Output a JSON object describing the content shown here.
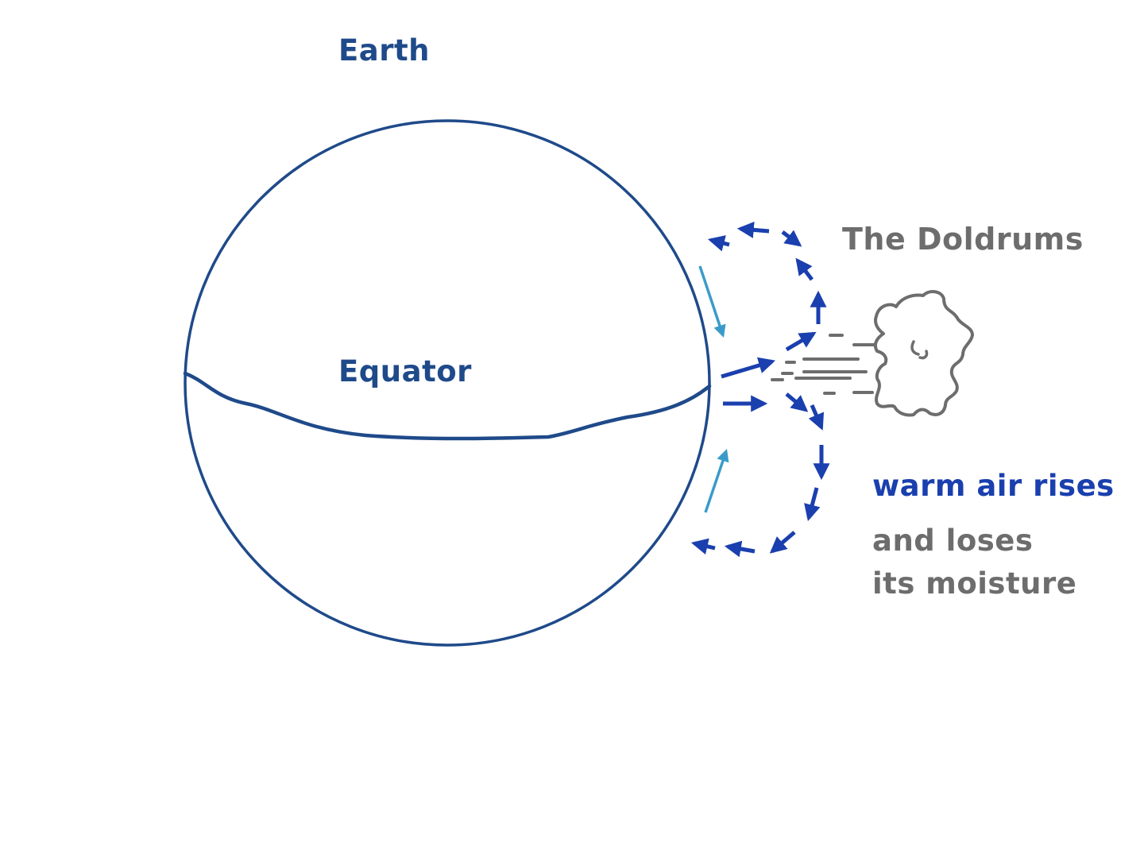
{
  "labels": {
    "earth": "Earth",
    "equator": "Equator",
    "doldrums": "The Doldrums",
    "warm_air": "warm air rises",
    "loses_line1": "and loses",
    "loses_line2": "its moisture"
  },
  "colors": {
    "globe_outline": "#1f4a8a",
    "arrow_dark": "#1a3fae",
    "arrow_light": "#3a9bc9",
    "cloud": "#6d6d6d",
    "text_blue": "#1f4a8a",
    "text_gray": "#6d6d6d"
  },
  "icons": {
    "cloud": "cloud-icon"
  }
}
